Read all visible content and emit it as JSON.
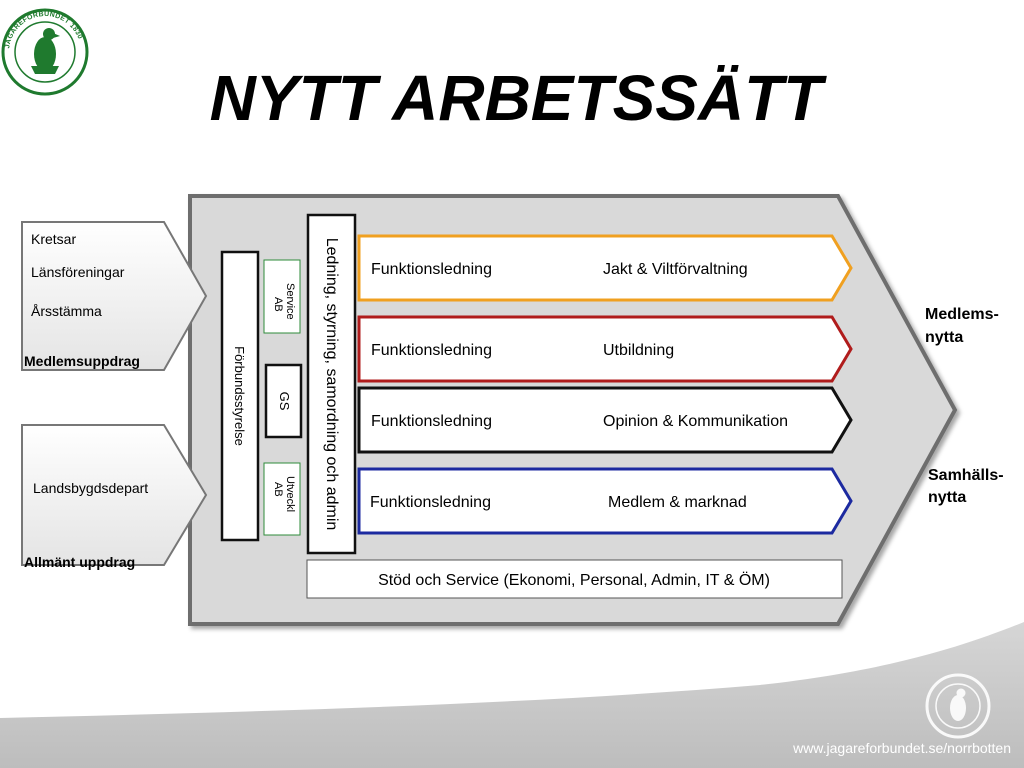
{
  "title": "NYTT ARBETSSÄTT",
  "logo": {
    "ring_text": "JÄGAREFÖRBUNDET 1830",
    "icon": "eagle-emblem-icon",
    "color": "#1f7a2e"
  },
  "inputs": {
    "member": {
      "items": [
        "Kretsar",
        "Länsföreningar",
        "Årsstämma"
      ],
      "caption": "Medlemsuppdrag"
    },
    "general": {
      "items": [
        "Landsbygdsdepart"
      ],
      "caption": "Allmänt uppdrag"
    }
  },
  "governance": {
    "board": "Förbundsstyrelse",
    "service_ab": "Service AB",
    "gs": "GS",
    "utveckl_ab": "Utveckl AB",
    "leadership": "Ledning, styrning, samordning och admin"
  },
  "functions": [
    {
      "label": "Funktionsledning",
      "area": "Jakt & Viltförvaltning",
      "color": "#f0a020"
    },
    {
      "label": "Funktionsledning",
      "area": "Utbildning",
      "color": "#b01c1c"
    },
    {
      "label": "Funktionsledning",
      "area": "Opinion & Kommunikation",
      "color": "#111111"
    },
    {
      "label": "Funktionsledning",
      "area": "Medlem & marknad",
      "color": "#1c2aa0"
    }
  ],
  "support": "Stöd och Service (Ekonomi, Personal, Admin, IT & ÖM)",
  "outputs": {
    "member_value": [
      "Medlems-",
      "nytta"
    ],
    "society_value": [
      "Samhälls-",
      "nytta"
    ]
  },
  "footer": {
    "url": "www.jagareforbundet.se/norrbotten"
  },
  "colors": {
    "arrow_fill": "#d9d9d9",
    "arrow_stroke": "#6e6e6e",
    "footer_band": "#c8c8c8",
    "box_green": "#2e8b3a"
  }
}
